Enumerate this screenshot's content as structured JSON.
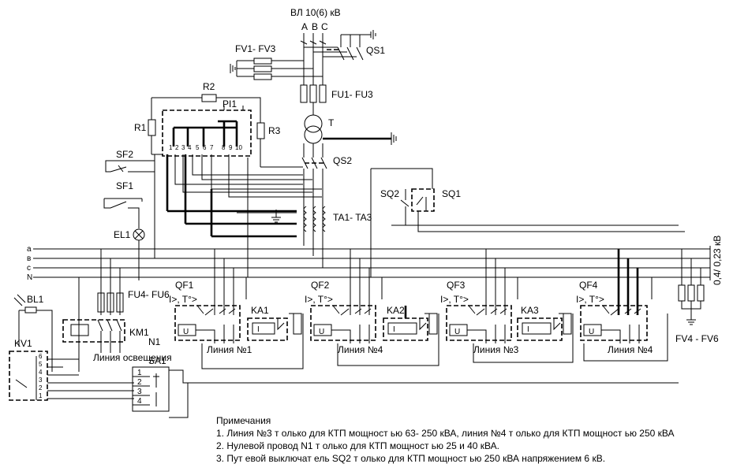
{
  "supply_label": "ВЛ 10(6) кВ",
  "phases": [
    "A",
    "B",
    "C"
  ],
  "bus_names": [
    "a",
    "в",
    "с",
    "N"
  ],
  "bus_voltage": "0,4/ 0,23 кВ",
  "labels": {
    "FV1_FV3": "FV1- FV3",
    "QS1": "QS1",
    "FU1_FU3": "FU1- FU3",
    "T": "T",
    "QS2": "QS2",
    "TA": "TA1- TA3",
    "R1": "R1",
    "R2": "R2",
    "R3": "R3",
    "PI1": "PI1",
    "SF1": "SF1",
    "SF2": "SF2",
    "EL1": "EL1",
    "SQ1": "SQ1",
    "SQ2": "SQ2",
    "FU4_FU6": "FU4- FU6",
    "KM1": "KM1",
    "N1": "N1",
    "BL1": "BL1",
    "KV1": "KV1",
    "SA1": "SA1",
    "FV4_FV6": "FV4 - FV6",
    "lighting_line": "Линия освещения",
    "relay_coil": "U",
    "ka_coil": "I",
    "protection": "I>, T°>"
  },
  "meter_terminals": [
    "1",
    "2",
    "3",
    "4",
    "5",
    "6",
    "7",
    "8",
    "9",
    "10"
  ],
  "kv1_terminals": [
    "6",
    "5",
    "4",
    "3",
    "2",
    "1"
  ],
  "sa1_terminals": [
    "1",
    "2",
    "3",
    "4"
  ],
  "feeders": [
    {
      "qf": "QF1",
      "ka": "KA1",
      "line": "Линия №1"
    },
    {
      "qf": "QF2",
      "ka": "KA2",
      "line": "Линия №4"
    },
    {
      "qf": "QF3",
      "ka": "KA3",
      "line": "Линия №3"
    },
    {
      "qf": "QF4",
      "ka": "",
      "line": "Линия №4"
    }
  ],
  "notes": {
    "title": "Примечания",
    "items": [
      "1. Линия №3 т олько для КТП мощност ью 63- 250 кВА, линия №4 т олько для КТП мощност ью 250 кВА",
      "2. Нулевой провод N1 т олько для КТП мощност ью 25 и 40 кВА.",
      "3. Пут евой выключат ель SQ2 т олько для КТП мощност ью 250 кВА напряжением 6 кВ."
    ]
  }
}
